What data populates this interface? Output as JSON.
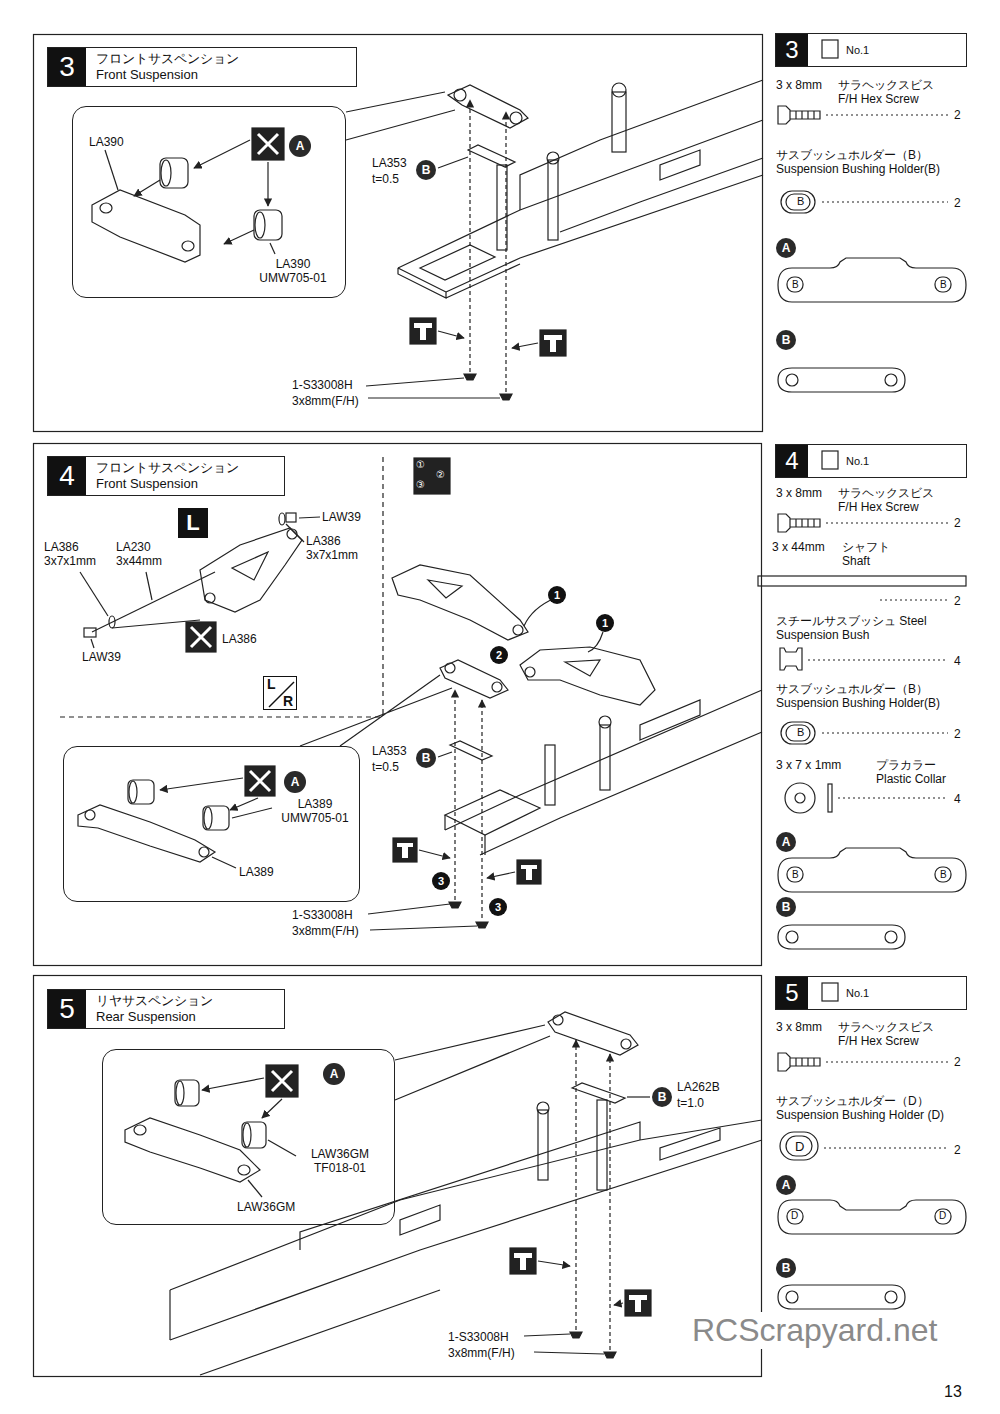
{
  "diagram": {
    "nodes": [
      {
        "text": [
          "3",
          "フロントサスペンション Front Suspension"
        ]
      },
      {
        "text": [
          "LA390",
          "LA390 UMW705-01"
        ]
      },
      {
        "text": [
          "A"
        ],
        "in": 1
      },
      {
        "text": [
          "B"
        ]
      },
      {
        "text": [
          "3",
          "No.1"
        ]
      },
      {
        "text": [
          "A"
        ]
      },
      {
        "text": [
          "B"
        ]
      },
      {
        "text": [
          "4",
          "フロントサスペンション Front Suspension"
        ]
      },
      {
        "text": [
          "L"
        ]
      },
      {
        "text": [
          "L",
          "R"
        ]
      },
      {
        "text": [
          "LA389 UMW705-01",
          "LA389"
        ]
      },
      {
        "text": [
          "A"
        ],
        "in": 10
      },
      {
        "text": [
          "B"
        ]
      },
      {
        "text": [
          "1"
        ]
      },
      {
        "text": [
          "1"
        ]
      },
      {
        "text": [
          "2"
        ]
      },
      {
        "text": [
          "3"
        ]
      },
      {
        "text": [
          "3"
        ]
      },
      {
        "text": [
          "4",
          "No.1"
        ]
      },
      {
        "text": [
          "A"
        ]
      },
      {
        "text": [
          "B"
        ]
      },
      {
        "text": [
          "5",
          "リヤサスペンション Rear Suspension"
        ]
      },
      {
        "text": [
          "LAW36GM TF018-01",
          "LAW36GM"
        ]
      },
      {
        "text": [
          "A"
        ],
        "in": 22
      },
      {
        "text": [
          "B"
        ]
      },
      {
        "text": [
          "5",
          "No.1"
        ]
      },
      {
        "text": [
          "A"
        ]
      },
      {
        "text": [
          "B"
        ]
      }
    ],
    "labels": [
      "LA353",
      "t=0.5",
      "1-S33008H",
      "3x8mm(F/H)",
      "3 x 8mm",
      "サラヘックスビス F/H Hex Screw",
      "2",
      "サスブッシュホルダー（B） Suspension Bushing Holder(B)",
      "2",
      "B",
      "B",
      "B",
      "LAW39",
      "LA386 3x7x1mm",
      "LA386 3x7x1mm",
      "LA230 3x44mm",
      "LAW39",
      "LA386",
      "①",
      "②",
      "③",
      "LA353",
      "t=0.5",
      "1-S33008H",
      "3x8mm(F/H)",
      "3 x 8mm",
      "サラヘックスビス F/H Hex Screw",
      "2",
      "3 x 44mm",
      "シャフト Shaft",
      "2",
      "スチールサスブッシュ Steel Suspension Bush",
      "4",
      "サスブッシュホルダー（B） Suspension Bushing Holder(B)",
      "2",
      "B",
      "3 x 7 x 1mm",
      "プラカラー Plastic Collar",
      "4",
      "B",
      "B",
      "LA262B",
      "t=1.0",
      "1-S33008H",
      "3x8mm(F/H)",
      "3 x 8mm",
      "サラヘックスビス F/H Hex Screw",
      "2",
      "サスブッシュホルダー（D） Suspension Bushing Holder (D)",
      "2",
      "D",
      "D",
      "D",
      "13",
      "RCScrapyard.net"
    ]
  }
}
